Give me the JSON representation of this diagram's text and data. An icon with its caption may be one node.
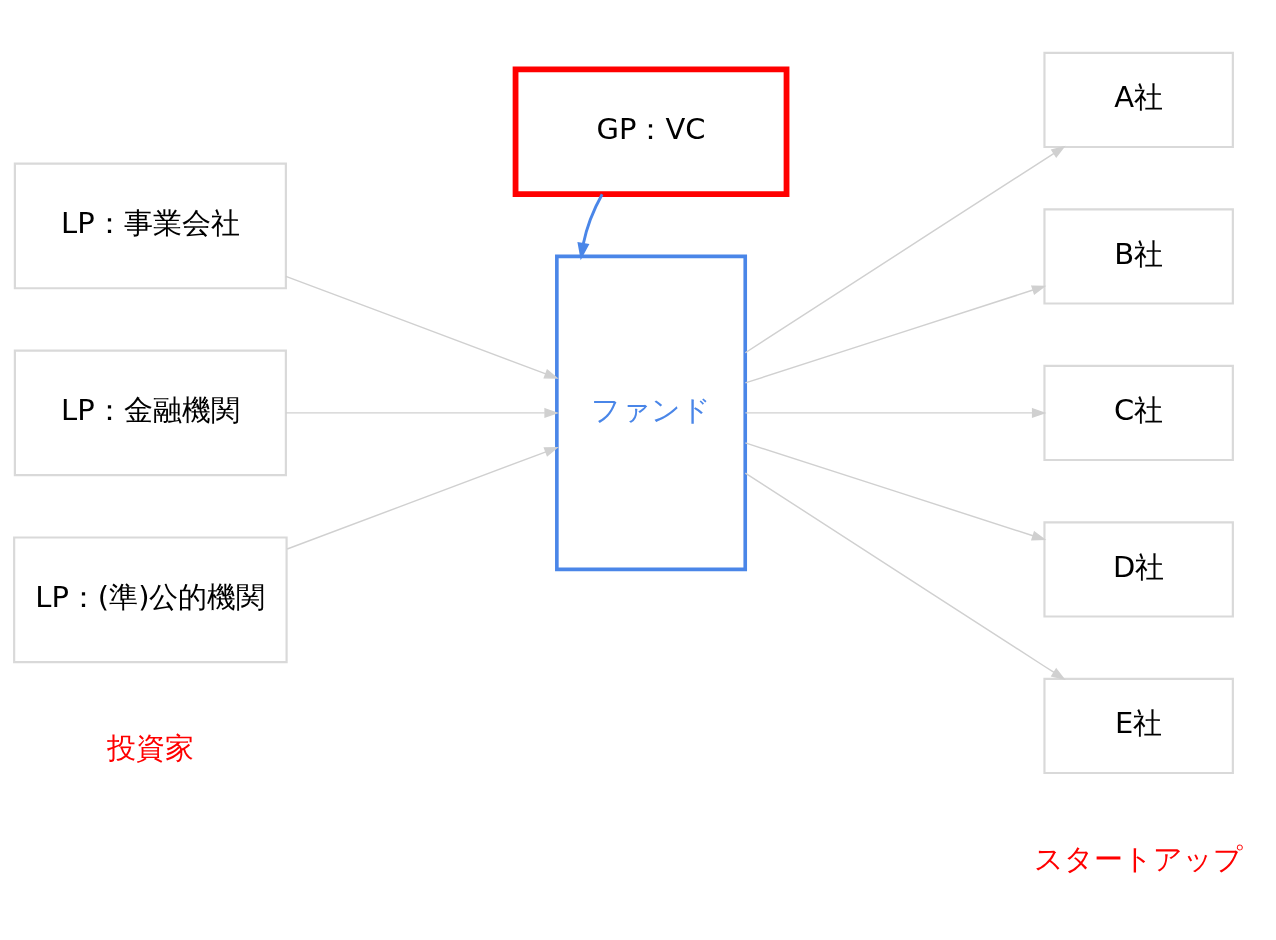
{
  "diagram": {
    "nodes": [
      {
        "text": [
          "GP：VC"
        ]
      },
      {
        "text": [
          "LP：事業会社"
        ]
      },
      {
        "text": [
          "LP：金融機関"
        ]
      },
      {
        "text": [
          "LP：(準)公的機関"
        ]
      },
      {
        "text": [
          "ファンド"
        ]
      },
      {
        "text": [
          "A社"
        ]
      },
      {
        "text": [
          "B社"
        ]
      },
      {
        "text": [
          "C社"
        ]
      },
      {
        "text": [
          "D社"
        ]
      },
      {
        "text": [
          "E社"
        ]
      }
    ],
    "edges": [
      {
        "from": 0,
        "to": 4,
        "arrow": "to",
        "color": "#4a86e8"
      },
      {
        "from": 1,
        "to": 4,
        "arrow": "to"
      },
      {
        "from": 2,
        "to": 4,
        "arrow": "to"
      },
      {
        "from": 3,
        "to": 4,
        "arrow": "to"
      },
      {
        "from": 4,
        "to": 5,
        "arrow": "to"
      },
      {
        "from": 4,
        "to": 6,
        "arrow": "to"
      },
      {
        "from": 4,
        "to": 7,
        "arrow": "to"
      },
      {
        "from": 4,
        "to": 8,
        "arrow": "to"
      },
      {
        "from": 4,
        "to": 9,
        "arrow": "to"
      }
    ],
    "labels": [
      "投資家",
      "スタートアップ"
    ]
  }
}
